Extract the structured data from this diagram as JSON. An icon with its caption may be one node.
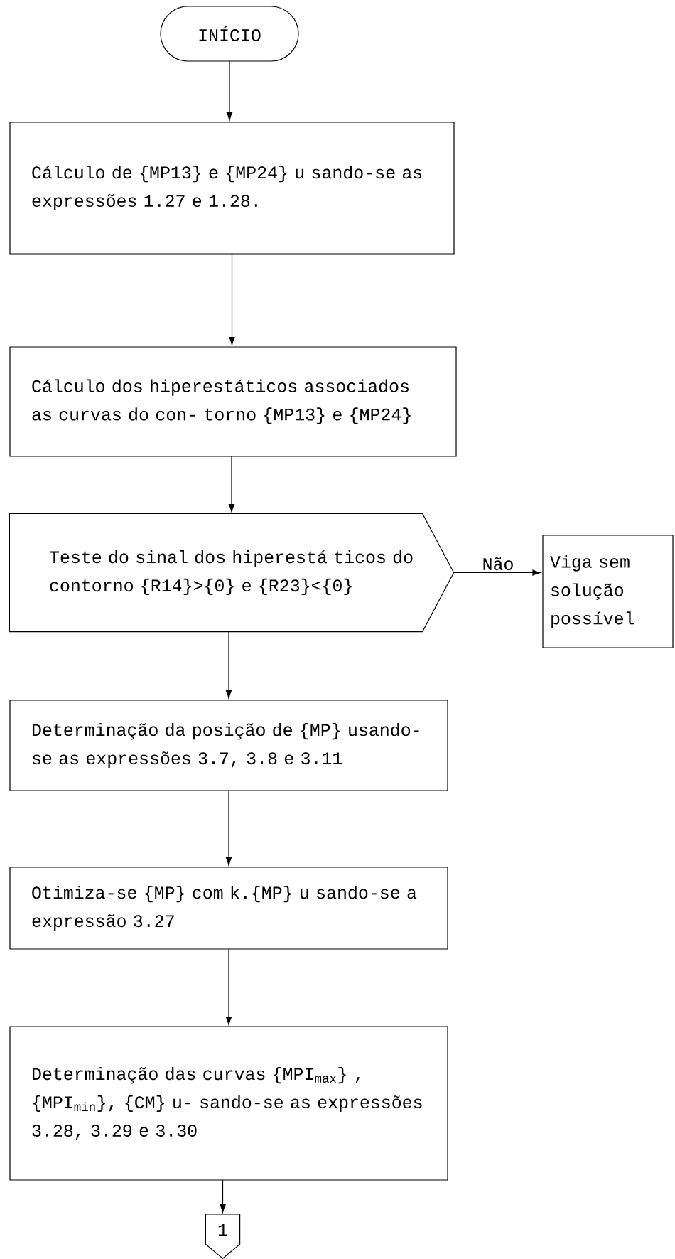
{
  "diagram": {
    "nodes": [
      {
        "text": [
          "INÍCIO"
        ]
      },
      {
        "text": [
          "Cálculo de {MP13} e {MP24} u sando-se as expressões 1.27 e 1.28."
        ]
      },
      {
        "text": [
          "Cálculo dos hiperestáticos associados as curvas do con- torno {MP13} e {MP24}"
        ]
      },
      {
        "text": [
          "Teste do sinal dos hiperestá ticos do contorno {R14}>{0} e {R23}<{0}"
        ]
      },
      {
        "text": [
          "Viga sem solução possível"
        ]
      },
      {
        "text": [
          "Determinação da posição de {MP} usando-se as expressões 3.7, 3.8 e 3.11"
        ]
      },
      {
        "text": [
          "Otimiza-se {MP} com k.{MP} u sando-se a expressão 3.27"
        ]
      },
      {
        "text": [
          "Determinação das curvas {MPI$_{max}$} , {MPI$_{min}$}, {CM} u- sando-se as expressões 3.28, 3.29 e 3.30"
        ]
      },
      {
        "text": [
          "1"
        ]
      }
    ],
    "edges": [
      {
        "from": 0,
        "to": 1,
        "arrow": "to"
      },
      {
        "from": 1,
        "to": 2,
        "arrow": "to"
      },
      {
        "from": 2,
        "to": 3,
        "arrow": "to"
      },
      {
        "from": 3,
        "to": 4,
        "arrow": "to",
        "label": "Não"
      },
      {
        "from": 3,
        "to": 5,
        "arrow": "to"
      },
      {
        "from": 5,
        "to": 6,
        "arrow": "to"
      },
      {
        "from": 6,
        "to": 7,
        "arrow": "to"
      },
      {
        "from": 7,
        "to": 8,
        "arrow": "to"
      }
    ]
  }
}
